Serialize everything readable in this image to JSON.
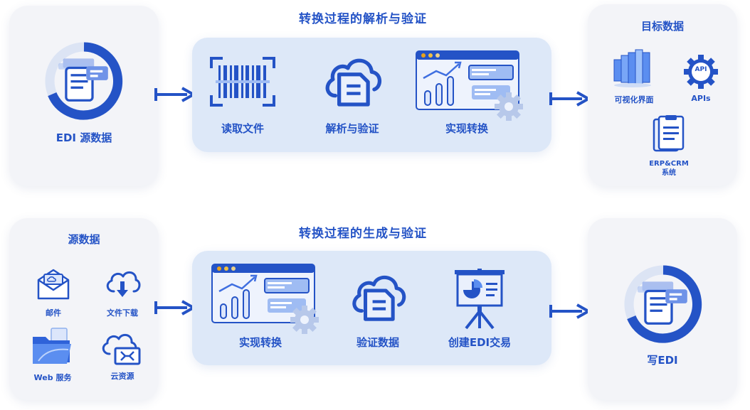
{
  "colors": {
    "primary": "#2453c6",
    "accent": "#3f6fe0",
    "card_bg": "#f3f4f8",
    "panel_bg": "#dde8f8"
  },
  "top_row": {
    "title": "转换过程的解析与验证",
    "source_label": "EDI 源数据",
    "steps": [
      "读取文件",
      "解析与验证",
      "实现转换"
    ],
    "target": {
      "title": "目标数据",
      "visual_label": "可视化界面",
      "apis_label": "APIs",
      "api_badge": "API",
      "erp_label_line1": "ERP&CRM",
      "erp_label_line2": "系统"
    }
  },
  "bottom_row": {
    "title": "转换过程的生成与验证",
    "source": {
      "title": "源数据",
      "items": [
        "邮件",
        "文件下载",
        "Web 服务",
        "云资源"
      ]
    },
    "steps": [
      "实现转换",
      "验证数据",
      "创建EDI交易"
    ],
    "target_label": "写EDI"
  },
  "icons": [
    "edi-document-icon",
    "barcode-icon",
    "cloud-file-icon",
    "dashboard-gear-icon",
    "visual-bars-icon",
    "api-gear-icon",
    "clipboard-icon",
    "mail-icon",
    "cloud-download-icon",
    "web-folder-icon",
    "cloud-server-icon",
    "presentation-chart-icon"
  ]
}
